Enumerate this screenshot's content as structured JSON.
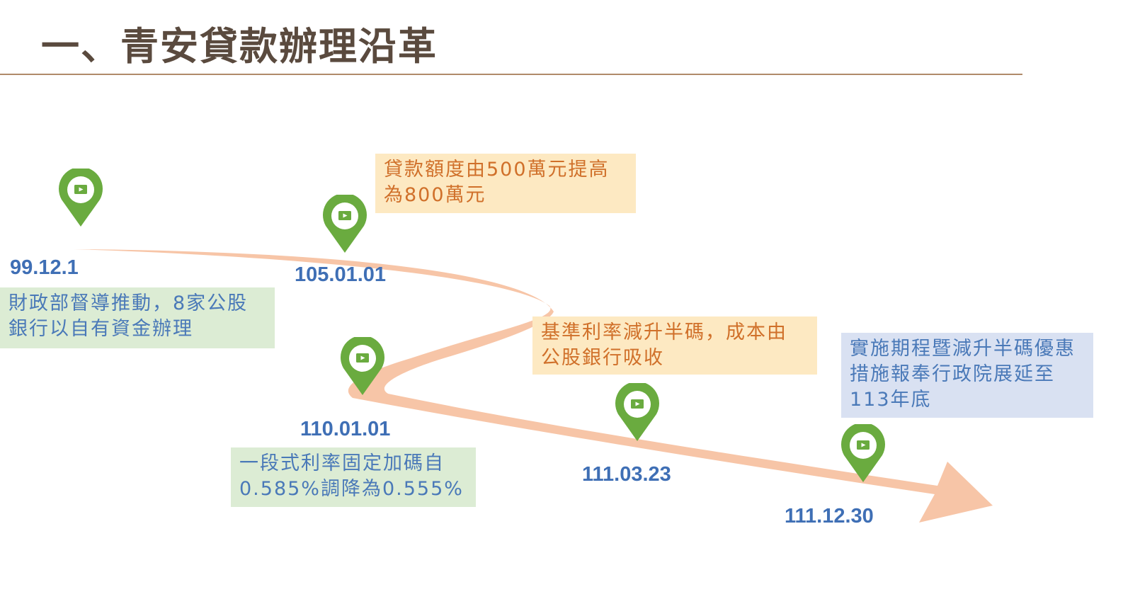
{
  "title": "一、青安貸款辦理沿革",
  "colors": {
    "path": "#f7c5a7",
    "pin": "#6aab3f",
    "date": "#3f6fb5",
    "green_box": "#dcecd4",
    "peach_box": "#fde9c2",
    "blue_box": "#d9e1f2"
  },
  "milestones": [
    {
      "date": "99.12.1",
      "lines": [
        "財政部督導推動，8家公股",
        "銀行以自有資金辦理"
      ]
    },
    {
      "date": "105.01.01",
      "lines": [
        "貸款額度由500萬元提高",
        "為800萬元"
      ]
    },
    {
      "date": "110.01.01",
      "lines": [
        "一段式利率固定加碼自",
        "0.585%調降為0.555%"
      ]
    },
    {
      "date": "111.03.23",
      "lines": [
        "基準利率減升半碼，成本由",
        "公股銀行吸收"
      ]
    },
    {
      "date": "111.12.30",
      "lines": [
        "實施期程暨減升半碼優惠",
        "措施報奉行政院展延至",
        "113年底"
      ]
    }
  ],
  "icons": [
    "map-pin-icon",
    "monitor-icon"
  ]
}
